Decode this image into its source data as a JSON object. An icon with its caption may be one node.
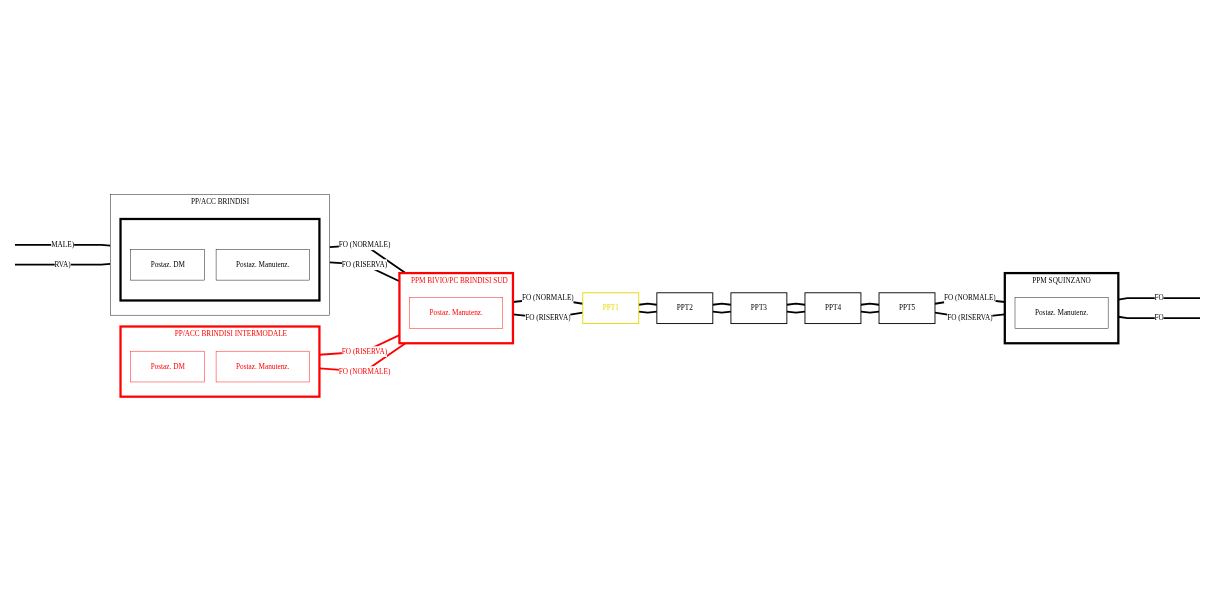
{
  "diagram": {
    "nodes": [
      {
        "text": [
          "PP/ACC BRINDISI INTERMODALE"
        ]
      },
      {
        "text": [
          "Postaz. DM"
        ],
        "in": 0
      },
      {
        "text": [
          "Postaz. Manutenz."
        ],
        "in": 0
      },
      {
        "text": [
          "PP/ACC BRINDISI"
        ]
      },
      {
        "text": [],
        "shape": "box",
        "in": 3
      },
      {
        "text": [
          "Postaz. DM"
        ],
        "in": 4
      },
      {
        "text": [
          "Postaz. Manutenz."
        ],
        "in": 4
      },
      {
        "text": [
          "PPM BIVIO/PC BRINDISI SUD"
        ]
      },
      {
        "text": [
          "Postaz. Manutenz."
        ],
        "in": 7
      },
      {
        "text": [
          "PPT1"
        ]
      },
      {
        "text": [
          "PPT2"
        ]
      },
      {
        "text": [
          "PPT3"
        ]
      },
      {
        "text": [
          "PPT4"
        ]
      },
      {
        "text": [
          "PPT5"
        ]
      },
      {
        "text": [
          "PPM SQUINZANO"
        ]
      },
      {
        "text": [
          "Postaz. Manutenz."
        ],
        "in": 14
      }
    ],
    "edges": [
      {
        "from": null,
        "to": 3,
        "arrow": "none",
        "label": "MALE)"
      },
      {
        "from": null,
        "to": 3,
        "arrow": "none",
        "label": "RVA)"
      },
      {
        "from": 3,
        "to": 7,
        "arrow": "none",
        "label": "FO (NORMALE)"
      },
      {
        "from": 3,
        "to": 7,
        "arrow": "none",
        "label": "FO (RISERVA)"
      },
      {
        "from": 0,
        "to": 7,
        "arrow": "none",
        "label": "FO (RISERVA)",
        "color": "#ff0000"
      },
      {
        "from": 0,
        "to": 7,
        "arrow": "none",
        "label": "FO (NORMALE)",
        "color": "#ff0000"
      },
      {
        "from": 7,
        "to": 9,
        "arrow": "none",
        "label": "FO (NORMALE)"
      },
      {
        "from": 7,
        "to": 9,
        "arrow": "none",
        "label": "FO (RISERVA)"
      },
      {
        "from": 9,
        "to": 10,
        "arrow": "none"
      },
      {
        "from": 9,
        "to": 10,
        "arrow": "none"
      },
      {
        "from": 10,
        "to": 11,
        "arrow": "none"
      },
      {
        "from": 10,
        "to": 11,
        "arrow": "none"
      },
      {
        "from": 11,
        "to": 12,
        "arrow": "none"
      },
      {
        "from": 11,
        "to": 12,
        "arrow": "none"
      },
      {
        "from": 12,
        "to": 13,
        "arrow": "none"
      },
      {
        "from": 12,
        "to": 13,
        "arrow": "none"
      },
      {
        "from": 13,
        "to": 14,
        "arrow": "none",
        "label": "FO (NORMALE)"
      },
      {
        "from": 13,
        "to": 14,
        "arrow": "none",
        "label": "FO (RISERVA)"
      },
      {
        "from": 14,
        "to": null,
        "arrow": "none",
        "label": "FO"
      },
      {
        "from": 14,
        "to": null,
        "arrow": "none",
        "label": "FO"
      }
    ]
  }
}
